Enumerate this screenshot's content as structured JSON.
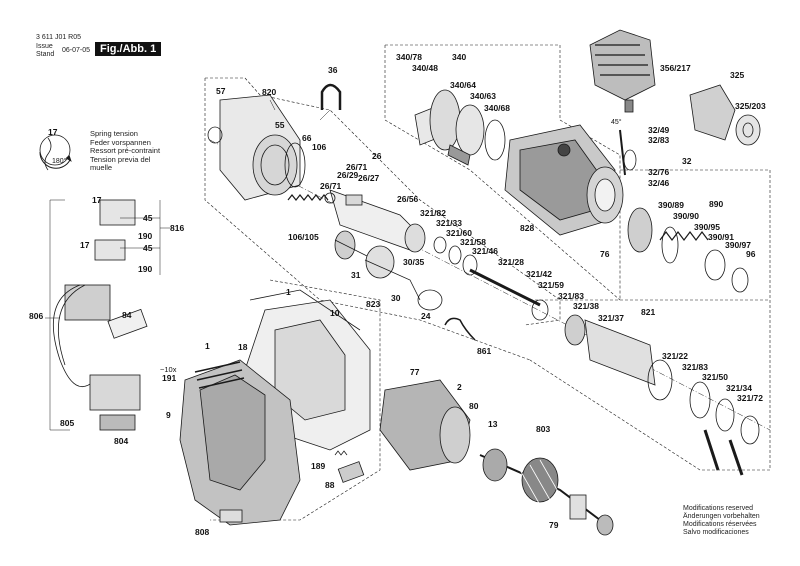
{
  "header": {
    "doc_number": "3 611 J01 R05",
    "issue_label": "Issue",
    "stand_label": "Stand",
    "date": "06-07-05",
    "figure": "Fig./Abb. 1"
  },
  "spring_note": {
    "number": "17",
    "angle": "180°",
    "lines": [
      "Spring tension",
      "Feder vorspannen",
      "Ressort pré-contraint",
      "Tension previa del",
      "muelle"
    ]
  },
  "footer": {
    "lines": [
      "Modifications reserved",
      "Änderungen vorbehalten",
      "Modifications réservées",
      "Salvo modificaciones"
    ]
  },
  "labels": [
    "340/78",
    "340",
    "340/48",
    "340/64",
    "340/63",
    "340/68",
    "356/217",
    "325",
    "325/203",
    "36",
    "57",
    "820",
    "55",
    "66",
    "106",
    "26",
    "26/71",
    "26/29",
    "26/71",
    "26/27",
    "26/56",
    "321/82",
    "321/33",
    "321/60",
    "321/58",
    "321/46",
    "828",
    "321/28",
    "321/42",
    "321/59",
    "32/49",
    "32/83",
    "32",
    "32/76",
    "32/46",
    "890",
    "390/89",
    "390/90",
    "390/95",
    "390/91",
    "390/97",
    "96",
    "76",
    "17",
    "45",
    "816",
    "190",
    "17",
    "45",
    "190",
    "806",
    "84",
    "106/105",
    "31",
    "30/35",
    "30",
    "823",
    "24",
    "861",
    "321/83",
    "321/38",
    "321/37",
    "821",
    "321/22",
    "321/83",
    "321/50",
    "321/34",
    "321/72",
    "1",
    "10",
    "1",
    "18",
    "~10x",
    "191",
    "9",
    "805",
    "804",
    "808",
    "77",
    "2",
    "80",
    "13",
    "803",
    "189",
    "88",
    "79",
    "45°"
  ]
}
